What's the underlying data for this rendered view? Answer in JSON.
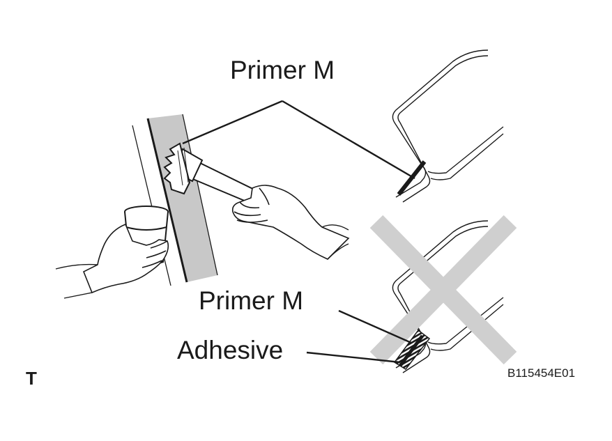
{
  "labels": {
    "primer_top": "Primer M",
    "primer_bottom": "Primer M",
    "adhesive": "Adhesive",
    "corner_mark": "T",
    "figure_id": "B115454E01"
  },
  "colors": {
    "line": "#1a1a1a",
    "primer_band": "#c8c8c8",
    "cross": "#cfcfcf",
    "background": "#ffffff"
  },
  "icons": {
    "prohibited_marker": "x-cross-icon"
  }
}
